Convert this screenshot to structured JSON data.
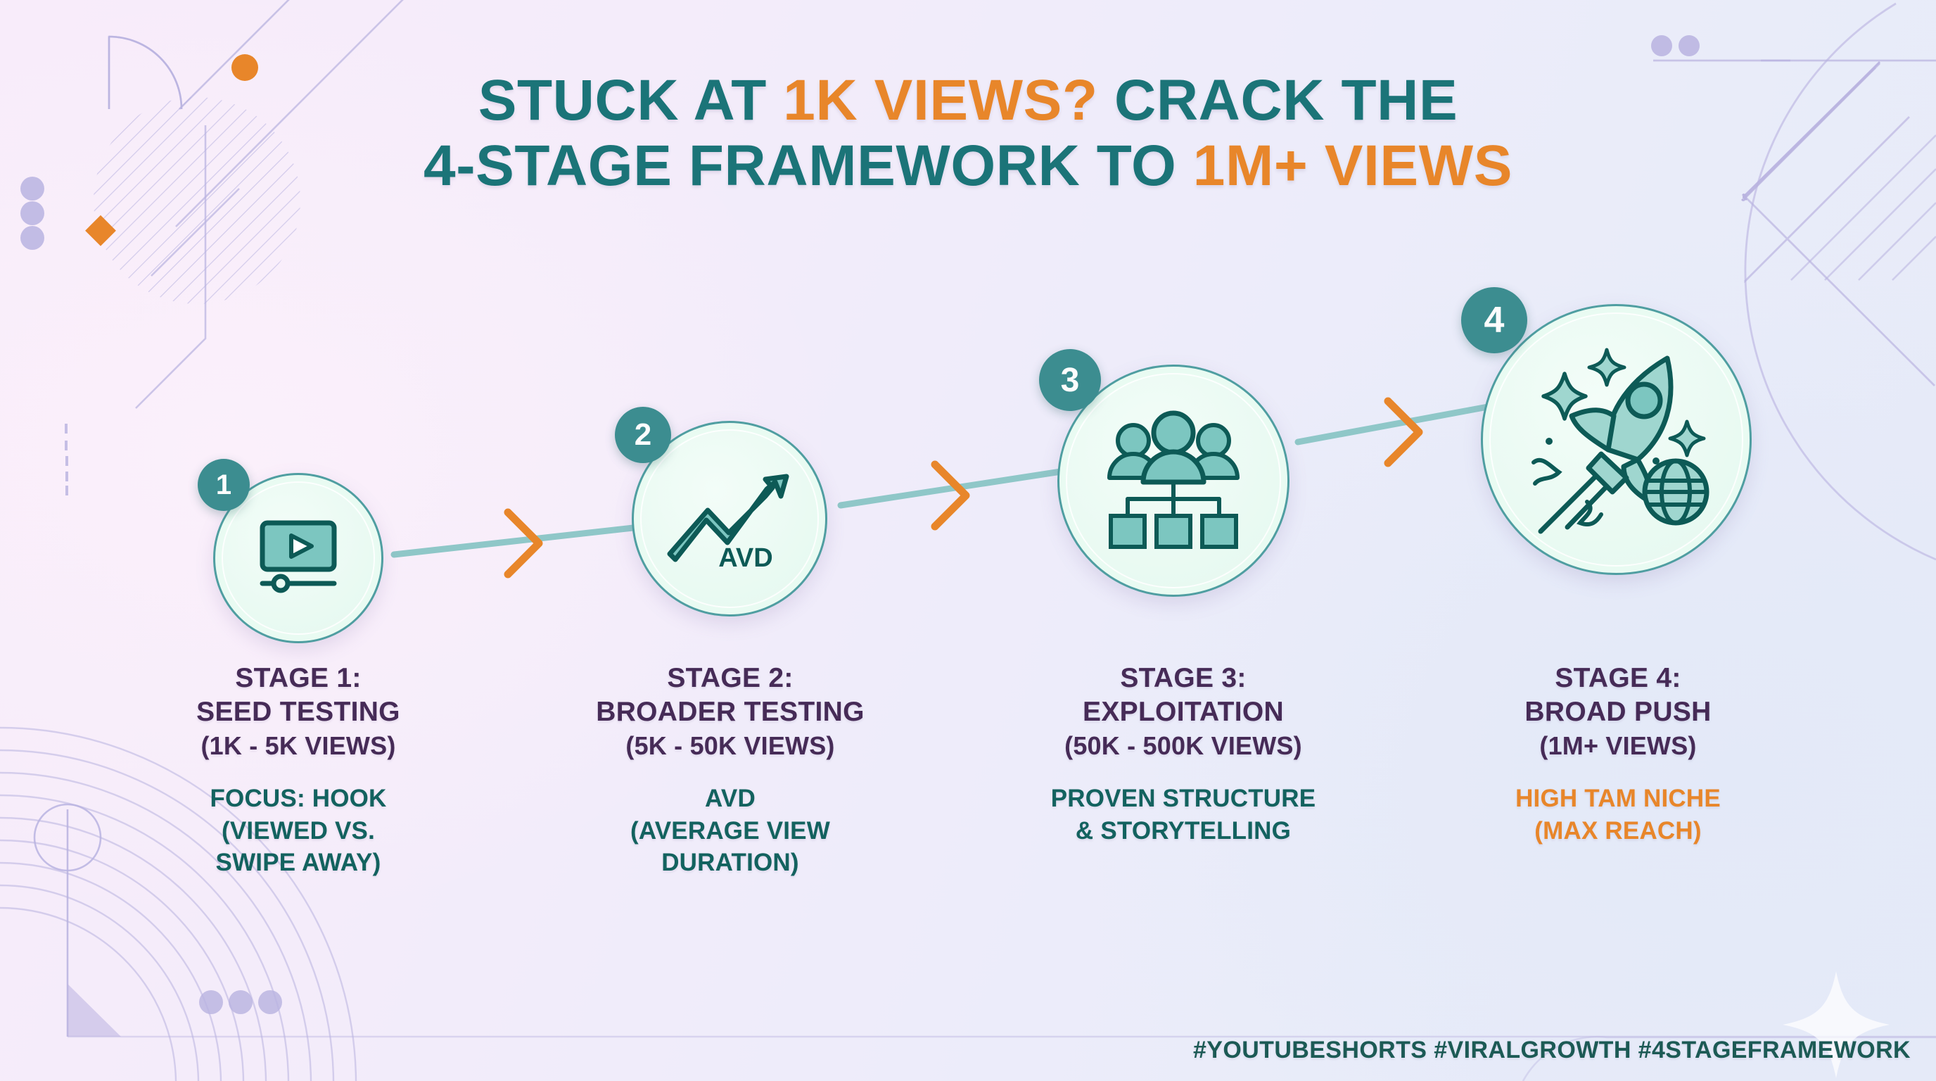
{
  "title": {
    "line1_a": "STUCK AT ",
    "line1_b": "1K VIEWS?",
    "line1_c": " CRACK THE",
    "line2_a": "4-STAGE FRAMEWORK TO ",
    "line2_b": "1M+ VIEWS"
  },
  "colors": {
    "teal": "#1b7478",
    "orange": "#e8862a",
    "purple": "#462b57",
    "focus_teal": "#13625f",
    "badge_teal": "#3c8d90",
    "ring_border": "#4f9ea1",
    "circle_fill": "#e9fbf2",
    "connector": "#8fc7c8",
    "lavender": "#b9b3e0"
  },
  "stages": [
    {
      "number": "1",
      "icon": "video-player-icon",
      "icon_label": "",
      "title": "STAGE 1:",
      "name": "SEED TESTING",
      "range": "(1K - 5K VIEWS)",
      "focus_lines": [
        "FOCUS: HOOK",
        "(VIEWED VS.",
        "SWIPE AWAY)"
      ],
      "focus_color": "teal"
    },
    {
      "number": "2",
      "icon": "growth-arrow-icon",
      "icon_label": "AVD",
      "title": "STAGE 2:",
      "name": "BROADER TESTING",
      "range": "(5K - 50K VIEWS)",
      "focus_lines": [
        "AVD",
        "(AVERAGE VIEW",
        "DURATION)"
      ],
      "focus_color": "teal"
    },
    {
      "number": "3",
      "icon": "audience-hierarchy-icon",
      "icon_label": "",
      "title": "STAGE 3:",
      "name": "EXPLOITATION",
      "range": "(50K - 500K VIEWS)",
      "focus_lines": [
        "PROVEN STRUCTURE",
        "& STORYTELLING"
      ],
      "focus_color": "teal"
    },
    {
      "number": "4",
      "icon": "rocket-globe-icon",
      "icon_label": "",
      "title": "STAGE 4:",
      "name": "BROAD PUSH",
      "range": "(1M+ VIEWS)",
      "focus_lines": [
        "HIGH TAM NICHE",
        "(MAX REACH)"
      ],
      "focus_color": "orange"
    }
  ],
  "connectors": [
    "chevron-right-icon",
    "chevron-right-icon",
    "chevron-right-icon"
  ],
  "hashtags": "#YOUTUBESHORTS #VIRALGROWTH #4STAGEFRAMEWORK"
}
